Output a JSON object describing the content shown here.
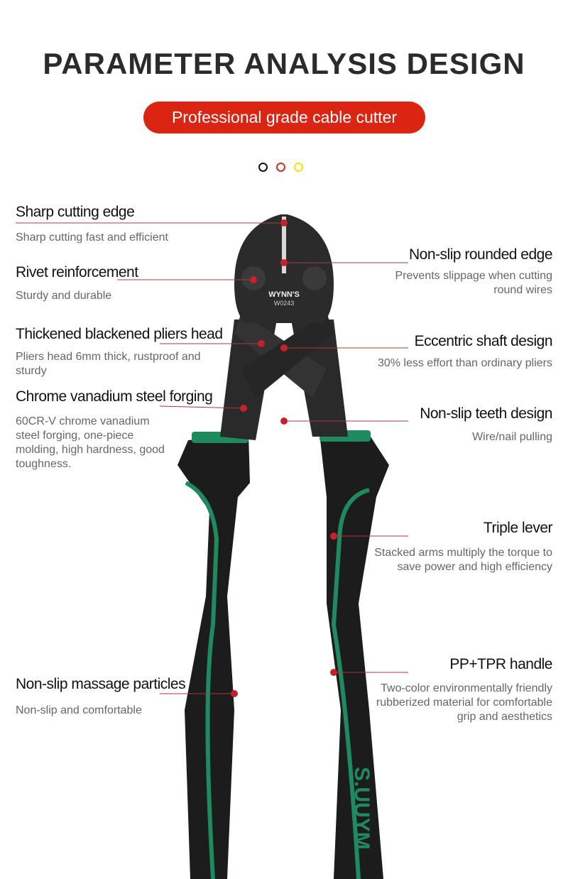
{
  "header": {
    "title": "PARAMETER ANALYSIS DESIGN",
    "subtitle": "Professional grade cable cutter"
  },
  "color_dots": [
    "#111111",
    "#d42a1e",
    "#f2e400"
  ],
  "product": {
    "brand": "WYNN'S",
    "model": "W0243",
    "handle_brand": "S.UUYM"
  },
  "features": [
    {
      "title": "Sharp cutting edge",
      "desc": "Sharp cutting fast and efficient"
    },
    {
      "title": "Rivet reinforcement",
      "desc": "Sturdy and durable"
    },
    {
      "title": "Thickened blackened pliers head",
      "desc": "Pliers head 6mm thick, rustproof and sturdy"
    },
    {
      "title": "Chrome vanadium steel forging",
      "desc": "60CR-V chrome vanadium steel forging, one-piece molding, high hardness, good toughness."
    },
    {
      "title": "Non-slip massage particles",
      "desc": "Non-slip and comfortable"
    },
    {
      "title": "Non-slip rounded edge",
      "desc": "Prevents slippage when cutting round wires"
    },
    {
      "title": "Eccentric shaft design",
      "desc": "30% less effort than ordinary pliers"
    },
    {
      "title": "Non-slip teeth design",
      "desc": "Wire/nail pulling"
    },
    {
      "title": "Triple lever",
      "desc": "Stacked arms multiply the torque to save power and high efficiency"
    },
    {
      "title": "PP+TPR handle",
      "desc": "Two-color environmentally friendly rubberized material for comfortable grip and aesthetics"
    }
  ],
  "colors": {
    "accent": "#dc2413",
    "handle_green": "#1f8a5e",
    "handle_black": "#1c1c1c"
  }
}
